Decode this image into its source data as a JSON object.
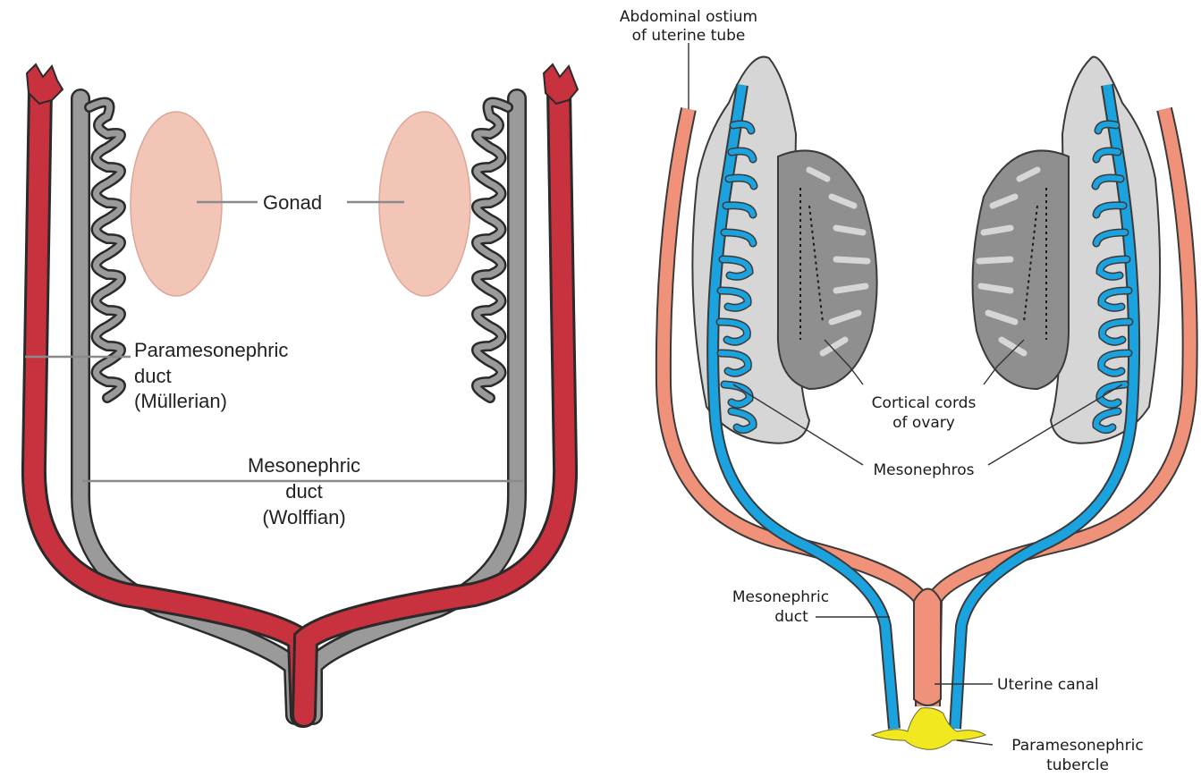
{
  "left_diagram": {
    "labels": {
      "gonad": "Gonad",
      "paramesonephric": [
        "Paramesonephric",
        "duct",
        "(Müllerian)"
      ],
      "mesonephric": [
        "Mesonephric",
        "duct",
        "(Wolffian)"
      ]
    },
    "colors": {
      "paramesonephric_duct": "#c8323f",
      "mesonephric_duct": "#9a9a9a",
      "gonad": "#f3c5b6",
      "outline": "#2a2a2a"
    }
  },
  "right_diagram": {
    "labels": {
      "abdominal_ostium": [
        "Abdominal ostium",
        "of uterine tube"
      ],
      "cortical_cords": [
        "Cortical cords",
        "of ovary"
      ],
      "mesonephros": "Mesonephros",
      "mesonephric_duct": [
        "Mesonephric",
        "duct"
      ],
      "uterine_canal": "Uterine canal",
      "paramesonephric_tubercle": [
        "Paramesonephric",
        "tubercle"
      ]
    },
    "colors": {
      "paramesonephric_duct": "#f0927a",
      "mesonephric_duct": "#1aa3df",
      "mesonephros": "#d6d6d6",
      "ovary": "#8f8f8f",
      "tubercle": "#f2e81f"
    }
  }
}
